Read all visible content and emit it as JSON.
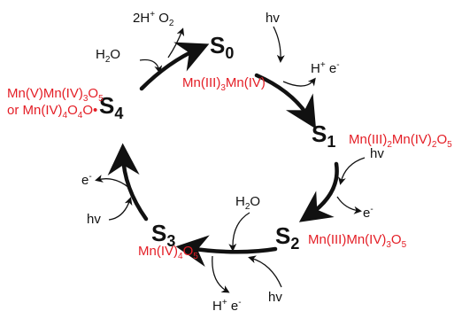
{
  "colors": {
    "text": "#111111",
    "oxidation_state": "#e41e26",
    "arrow": "#111111"
  },
  "states": [
    {
      "id": "S0",
      "main": "S",
      "sub": "0",
      "oxidation": [
        [
          "Mn(III)",
          ""
        ],
        [
          "3",
          "sub"
        ],
        [
          "Mn(IV)",
          ""
        ]
      ]
    },
    {
      "id": "S1",
      "main": "S",
      "sub": "1",
      "oxidation": [
        [
          "Mn(III)",
          ""
        ],
        [
          "2",
          "sub"
        ],
        [
          "Mn(IV)",
          ""
        ],
        [
          "2",
          "sub"
        ],
        [
          "O",
          ""
        ],
        [
          "5",
          "sub"
        ]
      ]
    },
    {
      "id": "S2",
      "main": "S",
      "sub": "2",
      "oxidation": [
        [
          "Mn(III)Mn(IV)",
          ""
        ],
        [
          "3",
          "sub"
        ],
        [
          "O",
          ""
        ],
        [
          "5",
          "sub"
        ]
      ]
    },
    {
      "id": "S3",
      "main": "S",
      "sub": "3",
      "oxidation": [
        [
          "Mn(IV)",
          ""
        ],
        [
          "4",
          "sub"
        ],
        [
          "O",
          ""
        ],
        [
          "5",
          "sub"
        ]
      ]
    },
    {
      "id": "S4",
      "main": "S",
      "sub": "4",
      "oxidation_line1": [
        [
          "Mn(V)Mn(IV)",
          ""
        ],
        [
          "3",
          "sub"
        ],
        [
          "O",
          ""
        ],
        [
          "5",
          "sub"
        ]
      ],
      "oxidation_line2": [
        [
          "or Mn(IV)",
          ""
        ],
        [
          "4",
          "sub"
        ],
        [
          "O",
          ""
        ],
        [
          "4",
          "sub"
        ],
        [
          "O•",
          ""
        ]
      ]
    }
  ],
  "reagents": {
    "s0_out": [
      [
        "2H",
        ""
      ],
      [
        "+",
        "sup"
      ],
      [
        " O",
        ""
      ],
      [
        "2",
        "sub"
      ]
    ],
    "s4_in_water": [
      [
        "H",
        ""
      ],
      [
        "2",
        "sub"
      ],
      [
        "O",
        ""
      ]
    ],
    "s0_hv": "hv",
    "s0_out_he": [
      [
        "H",
        ""
      ],
      [
        "+",
        "sup"
      ],
      [
        " e",
        ""
      ],
      [
        "-",
        "sup"
      ]
    ],
    "s1_hv": "hv",
    "s1_out_e": [
      [
        "e",
        ""
      ],
      [
        "-",
        "sup"
      ]
    ],
    "s2_water": [
      [
        "H",
        ""
      ],
      [
        "2",
        "sub"
      ],
      [
        "O",
        ""
      ]
    ],
    "s2_hv": "hv",
    "s2_out_he": [
      [
        "H",
        ""
      ],
      [
        "+",
        "sup"
      ],
      [
        " e",
        ""
      ],
      [
        "-",
        "sup"
      ]
    ],
    "s3_hv": "hv",
    "s3_out_e": [
      [
        "e",
        ""
      ],
      [
        "-",
        "sup"
      ]
    ]
  }
}
